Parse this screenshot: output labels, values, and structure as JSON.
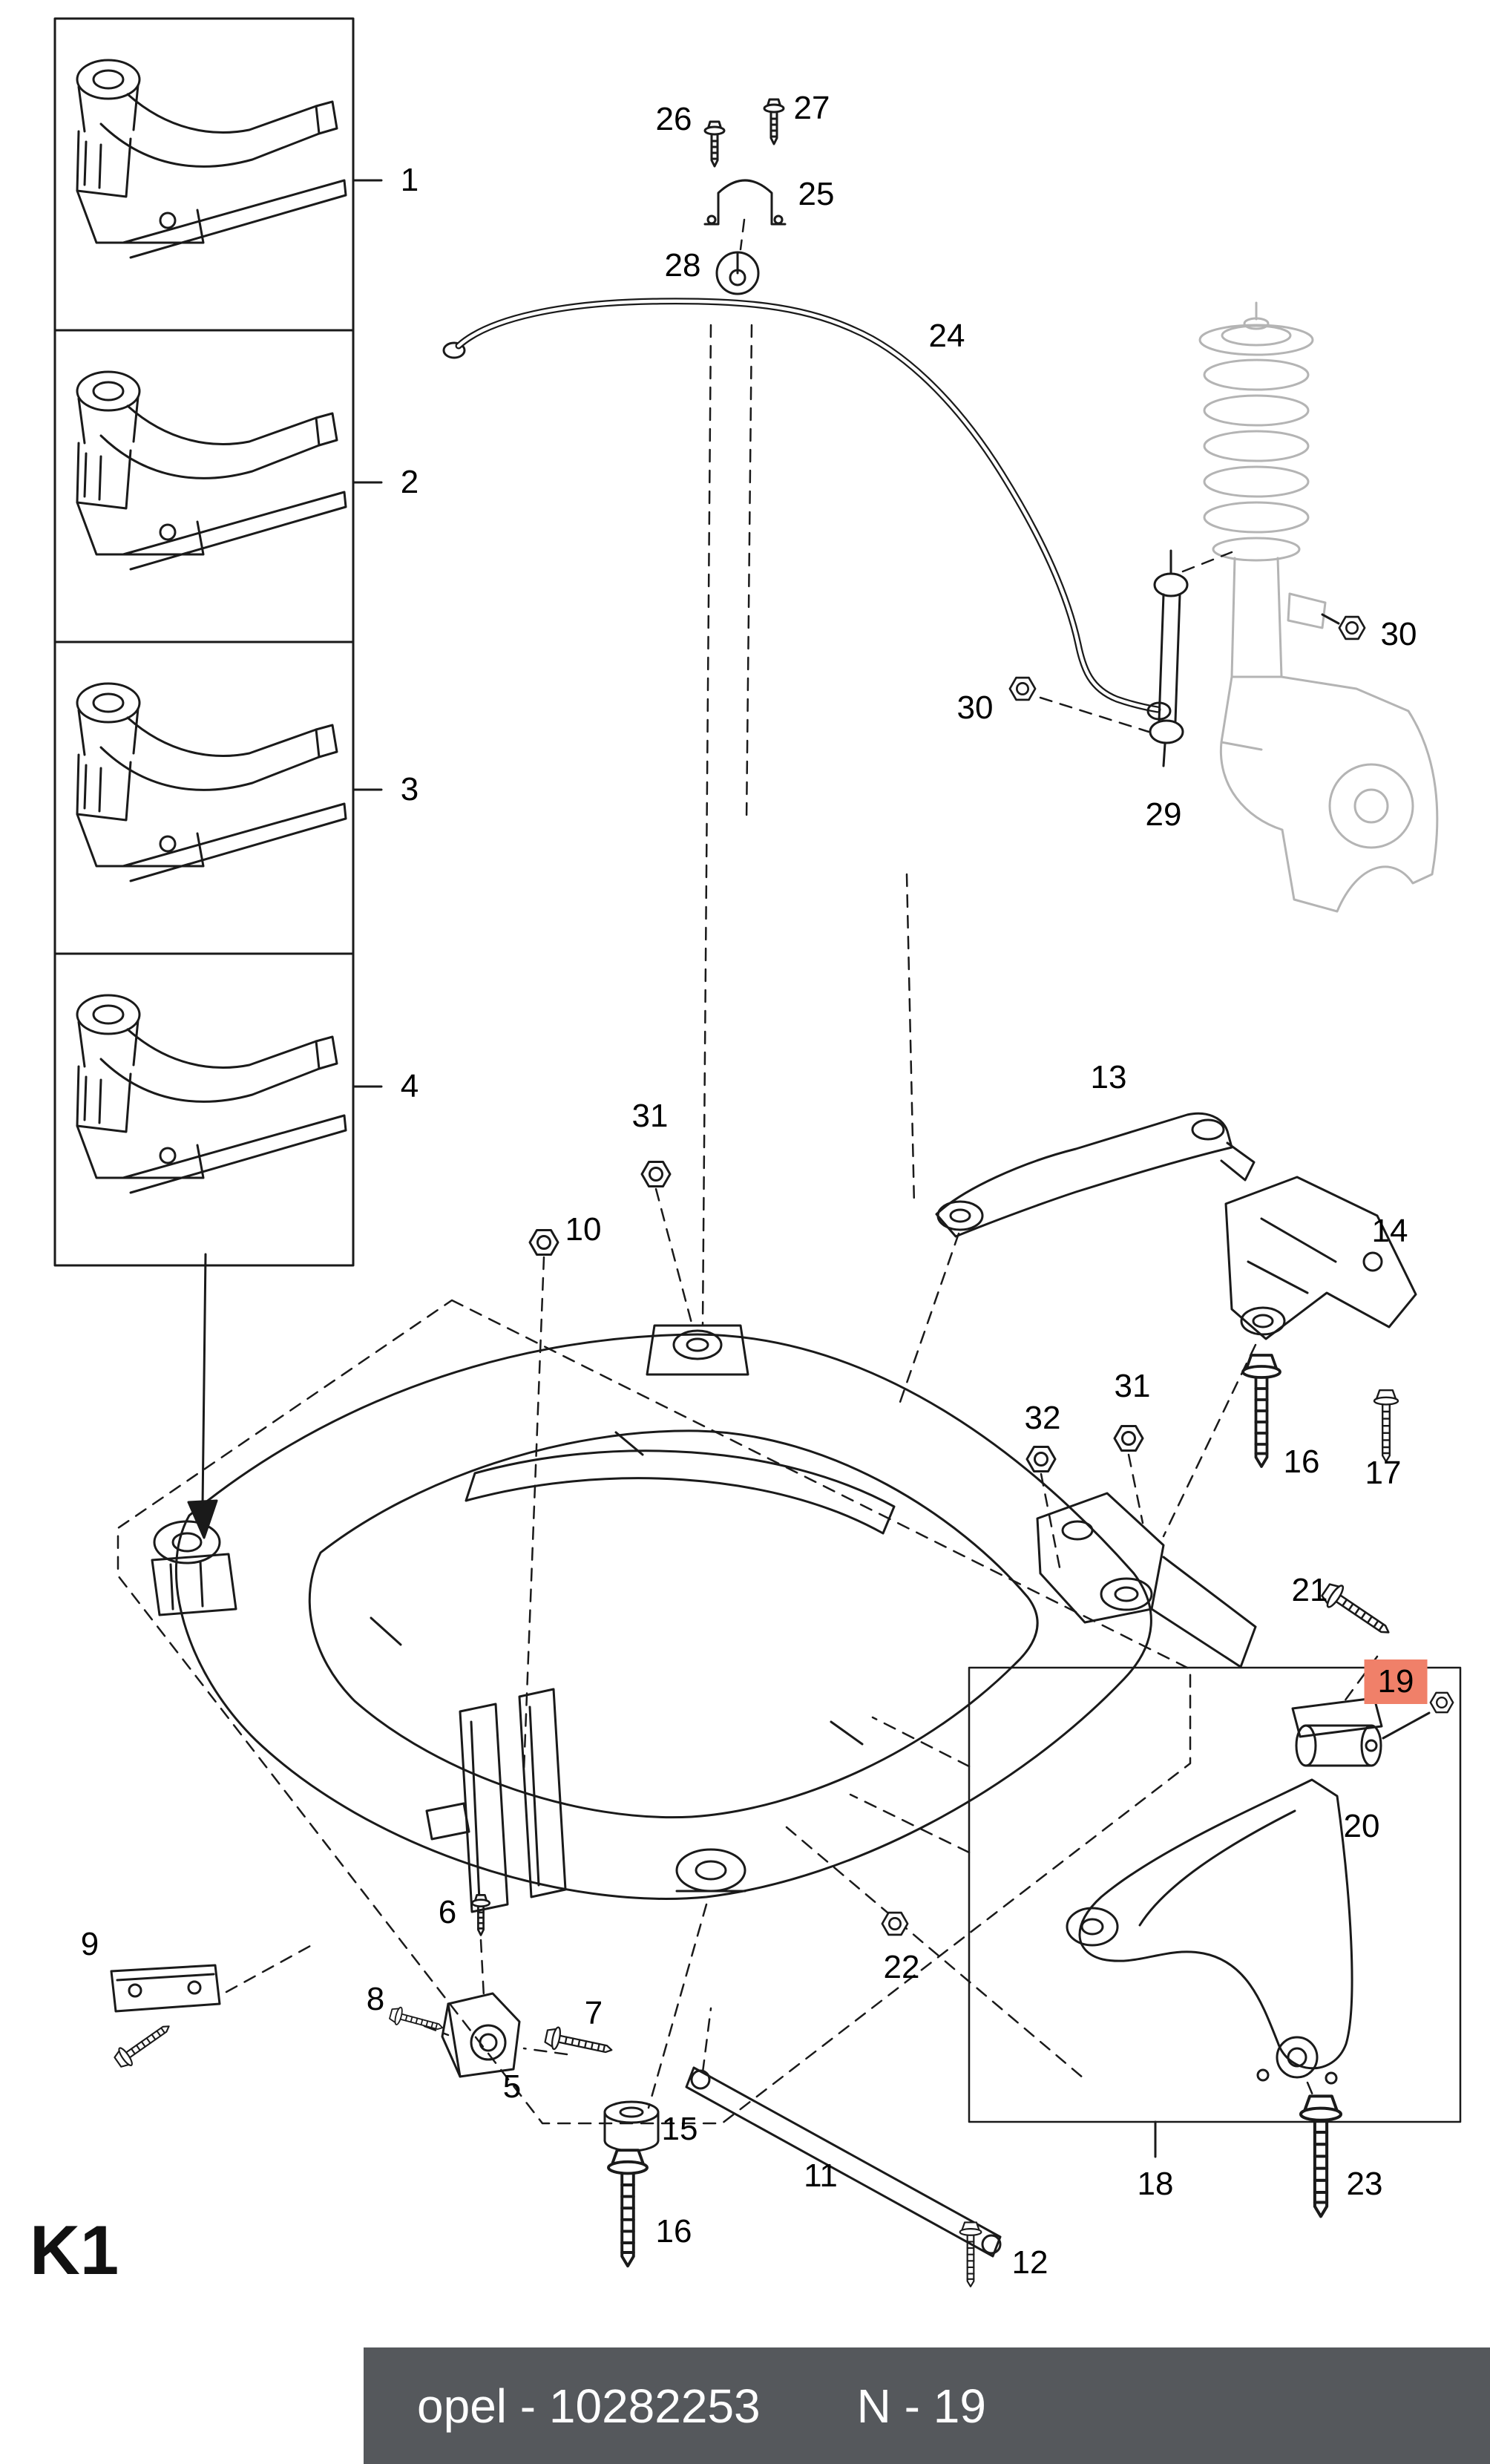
{
  "document": {
    "section_code": "K1",
    "footer": {
      "brand_line": "opel - 10282253",
      "page_ref": "N - 19"
    }
  },
  "colors": {
    "highlight": "#f08069",
    "footer_bg": "#55585c",
    "footer_text": "#ffffff",
    "line": "#1a1a1a",
    "ghost": "#b4b4b4",
    "paper": "#ffffff"
  },
  "highlighted_callout": "19",
  "callouts": {
    "c1": "1",
    "c2": "2",
    "c3": "3",
    "c4": "4",
    "c5": "5",
    "c6": "6",
    "c7": "7",
    "c8": "8",
    "c9": "9",
    "c10": "10",
    "c11": "11",
    "c12": "12",
    "c13": "13",
    "c14": "14",
    "c15": "15",
    "c16_right": "16",
    "c16_bottom": "16",
    "c17": "17",
    "c18": "18",
    "c19": "19",
    "c20": "20",
    "c21": "21",
    "c22": "22",
    "c23": "23",
    "c24": "24",
    "c25": "25",
    "c26": "26",
    "c27": "27",
    "c28": "28",
    "c29": "29",
    "c30_left": "30",
    "c30_right": "30",
    "c31_upper": "31",
    "c31_lower": "31",
    "c32": "32"
  }
}
